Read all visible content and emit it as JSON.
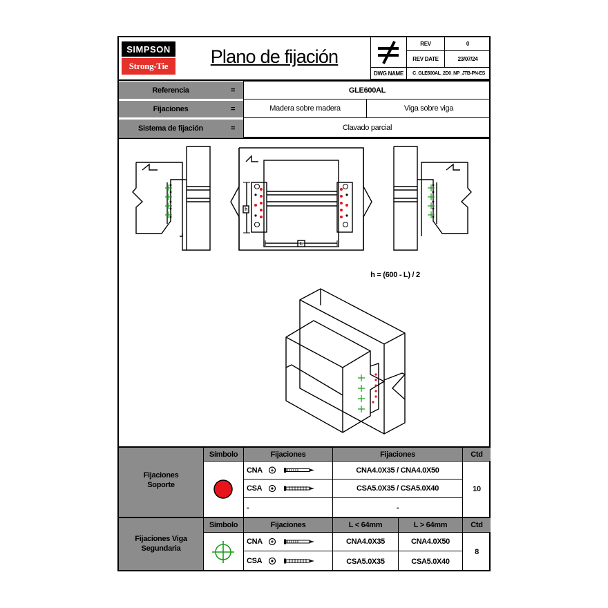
{
  "brand": {
    "line1": "SIMPSON",
    "line2": "Strong-Tie"
  },
  "title": "Plano de fijación",
  "revision": {
    "rev_label": "REV",
    "rev_value": "0",
    "date_label": "REV DATE",
    "date_value": "23/07/24",
    "dwg_label": "DWG NAME",
    "dwg_value": "C_GLE600AL_2D0_NP_JTB-PN-ES"
  },
  "header_rows": {
    "referencia_label": "Referencia",
    "eq": "=",
    "referencia_value": "GLE600AL",
    "fijaciones_label": "Fijaciones",
    "fijaciones_value1": "Madera sobre madera",
    "fijaciones_value2": "Viga sobre viga",
    "sistema_label": "Sistema de fijación",
    "sistema_value": "Clavado parcial"
  },
  "drawing": {
    "formula": "h = (600 - L) / 2",
    "dim_h": "h",
    "dim_l": "L"
  },
  "table_soporte": {
    "section_label": "Fijaciones Soporte",
    "col_symbol": "Símbolo",
    "col_fij1": "Fijaciones",
    "col_fij2": "Fijaciones",
    "col_ctd": "Ctd",
    "rows": [
      {
        "type": "CNA",
        "spec": "CNA4.0X35 / CNA4.0X50"
      },
      {
        "type": "CSA",
        "spec": "CSA5.0X35 / CSA5.0X40"
      },
      {
        "type": "-",
        "spec": "-"
      }
    ],
    "qty": "10",
    "symbol_color": "#e8141b"
  },
  "table_viga": {
    "section_label": "Fijaciones Viga Segundaria",
    "col_symbol": "Símbolo",
    "col_fij": "Fijaciones",
    "col_lt": "L < 64mm",
    "col_gt": "L > 64mm",
    "col_ctd": "Ctd",
    "rows": [
      {
        "type": "CNA",
        "lt": "CNA4.0X35",
        "gt": "CNA4.0X50"
      },
      {
        "type": "CSA",
        "lt": "CSA5.0X35",
        "gt": "CSA5.0X40"
      }
    ],
    "qty": "8",
    "symbol_color": "#1a9a1a"
  }
}
